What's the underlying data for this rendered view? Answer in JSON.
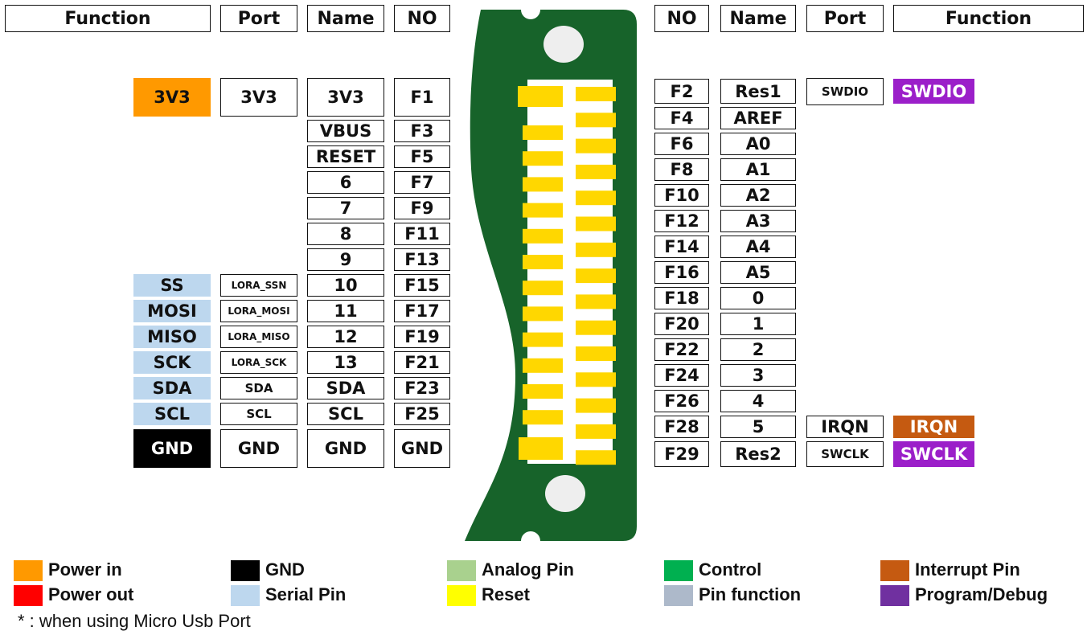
{
  "headers": {
    "left": [
      "Function",
      "Port",
      "Name",
      "NO"
    ],
    "right": [
      "NO",
      "Name",
      "Port",
      "Function"
    ]
  },
  "colors": {
    "power_in": "#ff9900",
    "power_out": "#ff0000",
    "gnd": "#000000",
    "serial": "#bdd7ee",
    "analog": "#a9d18e",
    "reset": "#ffff00",
    "control": "#00b050",
    "pin_function": "#adb9ca",
    "interrupt": "#c55a11",
    "program_debug": "#7030a0",
    "swd_purple": "#9b1fc9",
    "pcb_green": "#17632a",
    "pad_gold": "#ffd700"
  },
  "left_rows": [
    {
      "function": "3V3",
      "fn_color": "power_in",
      "port": "3V3",
      "name": "3V3",
      "no": "F1"
    },
    {
      "function": null,
      "port": null,
      "name": "VBUS",
      "no": "F3"
    },
    {
      "function": null,
      "port": null,
      "name": "RESET",
      "no": "F5"
    },
    {
      "function": null,
      "port": null,
      "name": "6",
      "no": "F7"
    },
    {
      "function": null,
      "port": null,
      "name": "7",
      "no": "F9"
    },
    {
      "function": null,
      "port": null,
      "name": "8",
      "no": "F11"
    },
    {
      "function": null,
      "port": null,
      "name": "9",
      "no": "F13"
    },
    {
      "function": "SS",
      "fn_color": "serial",
      "port": "LORA_SSN",
      "name": "10",
      "no": "F15"
    },
    {
      "function": "MOSI",
      "fn_color": "serial",
      "port": "LORA_MOSI",
      "name": "11",
      "no": "F17"
    },
    {
      "function": "MISO",
      "fn_color": "serial",
      "port": "LORA_MISO",
      "name": "12",
      "no": "F19"
    },
    {
      "function": "SCK",
      "fn_color": "serial",
      "port": "LORA_SCK",
      "name": "13",
      "no": "F21"
    },
    {
      "function": "SDA",
      "fn_color": "serial",
      "port": "SDA",
      "name": "SDA",
      "no": "F23"
    },
    {
      "function": "SCL",
      "fn_color": "serial",
      "port": "SCL",
      "name": "SCL",
      "no": "F25"
    },
    {
      "function": "GND",
      "fn_color": "gnd",
      "port": "GND",
      "name": "GND",
      "no": "GND"
    }
  ],
  "right_rows": [
    {
      "no": "F2",
      "name": "Res1",
      "port": "SWDIO",
      "function": "SWDIO",
      "fn_color": "swd_purple"
    },
    {
      "no": "F4",
      "name": "AREF",
      "port": null,
      "function": null
    },
    {
      "no": "F6",
      "name": "A0",
      "port": null,
      "function": null
    },
    {
      "no": "F8",
      "name": "A1",
      "port": null,
      "function": null
    },
    {
      "no": "F10",
      "name": "A2",
      "port": null,
      "function": null
    },
    {
      "no": "F12",
      "name": "A3",
      "port": null,
      "function": null
    },
    {
      "no": "F14",
      "name": "A4",
      "port": null,
      "function": null
    },
    {
      "no": "F16",
      "name": "A5",
      "port": null,
      "function": null
    },
    {
      "no": "F18",
      "name": "0",
      "port": null,
      "function": null
    },
    {
      "no": "F20",
      "name": "1",
      "port": null,
      "function": null
    },
    {
      "no": "F22",
      "name": "2",
      "port": null,
      "function": null
    },
    {
      "no": "F24",
      "name": "3",
      "port": null,
      "function": null
    },
    {
      "no": "F26",
      "name": "4",
      "port": null,
      "function": null
    },
    {
      "no": "F28",
      "name": "5",
      "port": "IRQN",
      "function": "IRQN",
      "fn_color": "interrupt"
    },
    {
      "no": "F29",
      "name": "Res2",
      "port": "SWCLK",
      "function": "SWCLK",
      "fn_color": "swd_purple"
    }
  ],
  "legend": [
    {
      "label": "Power in",
      "color": "power_in"
    },
    {
      "label": "Power out",
      "color": "power_out"
    },
    {
      "label": "GND",
      "color": "gnd"
    },
    {
      "label": "Serial Pin",
      "color": "serial"
    },
    {
      "label": "Analog Pin",
      "color": "analog"
    },
    {
      "label": "Reset",
      "color": "reset"
    },
    {
      "label": "Control",
      "color": "control"
    },
    {
      "label": "Pin function",
      "color": "pin_function"
    },
    {
      "label": "Interrupt Pin",
      "color": "interrupt"
    },
    {
      "label": "Program/Debug",
      "color": "program_debug"
    }
  ],
  "note": "* : when using Micro Usb Port"
}
